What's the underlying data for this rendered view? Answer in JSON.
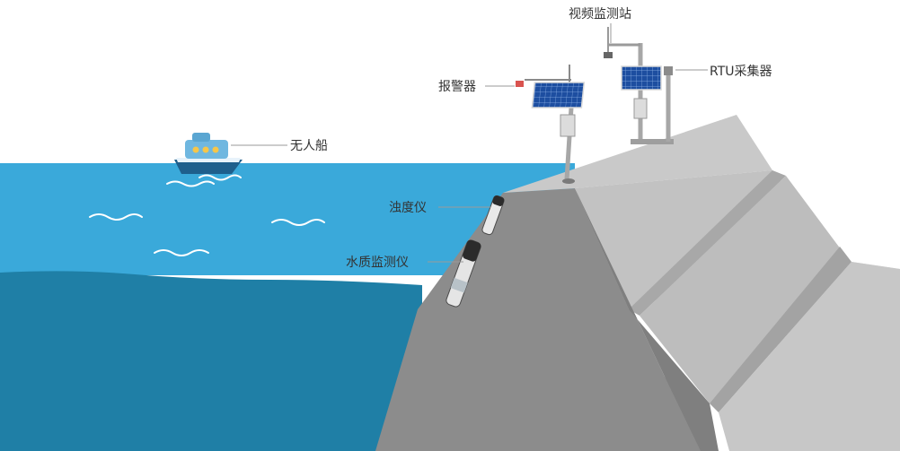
{
  "labels": {
    "video_station": "视频监测站",
    "alarm": "报警器",
    "rtu": "RTU采集器",
    "drone_boat": "无人船",
    "turbidity": "浊度仪",
    "water_quality": "水质监测仪"
  },
  "colors": {
    "water_surface": "#3aa9da",
    "water_deep": "#1f7fa6",
    "dam_face": "#8c8c8c",
    "dam_top": "#c9c9c9",
    "panel": "#1d4ea0"
  }
}
